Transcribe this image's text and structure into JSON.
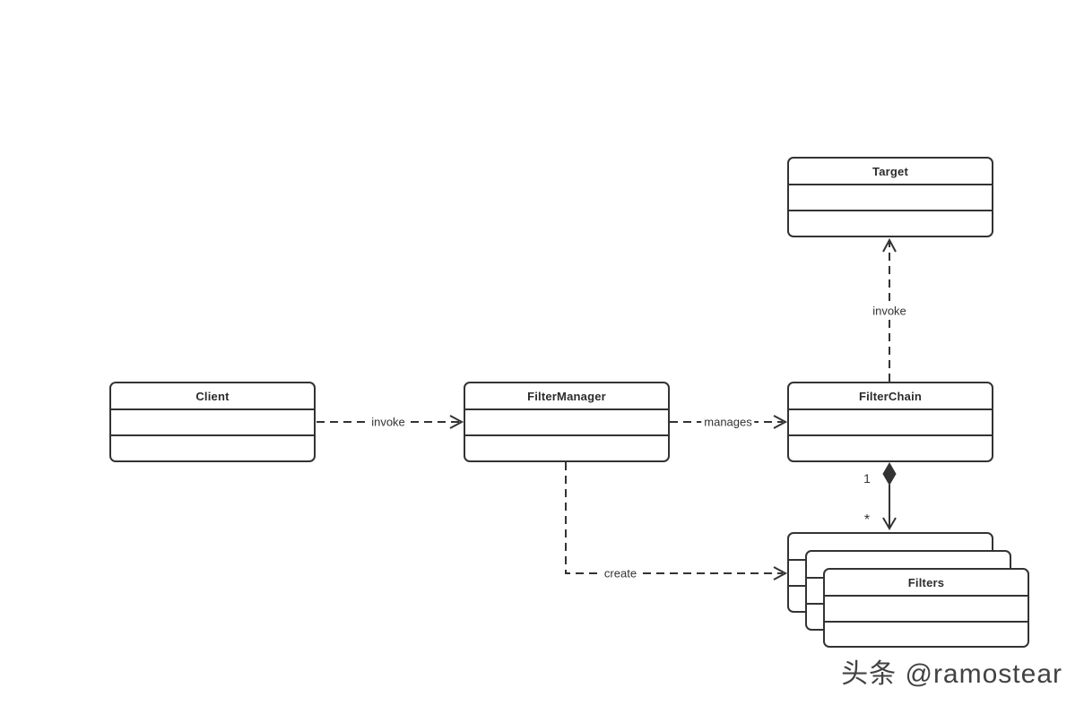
{
  "diagram": {
    "classes": {
      "target": {
        "title": "Target"
      },
      "client": {
        "title": "Client"
      },
      "filter_manager": {
        "title": "FilterManager"
      },
      "filter_chain": {
        "title": "FilterChain"
      },
      "filters": {
        "title": "Filters"
      }
    },
    "edge_labels": {
      "client_invoke": "invoke",
      "manages": "manages",
      "chain_invoke": "invoke",
      "create": "create"
    },
    "multiplicities": {
      "one": "1",
      "many": "*"
    },
    "colors": {
      "stroke": "#333333",
      "background": "#ffffff",
      "label_text": "#333333"
    }
  },
  "watermark": {
    "text": "头条 @ramostear"
  }
}
